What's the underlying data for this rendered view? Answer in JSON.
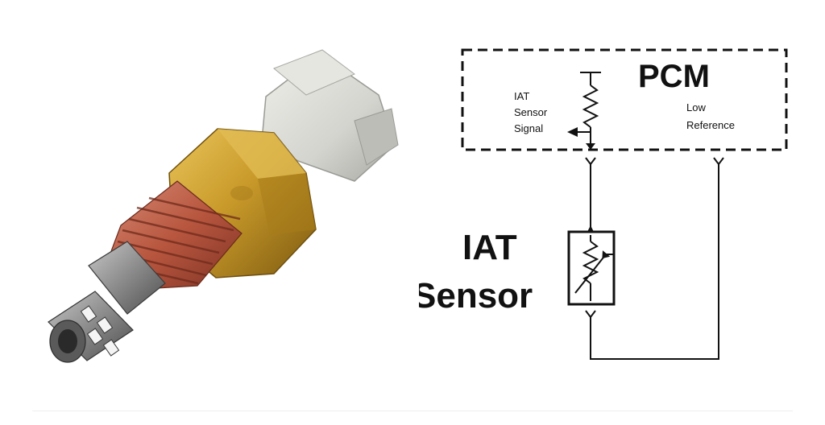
{
  "photo": {
    "subject": "iat-sensor-photo"
  },
  "schematic": {
    "pcm_label": "PCM",
    "iat_signal_lines": [
      "IAT",
      "Sensor",
      "Signal"
    ],
    "low_ref_lines": [
      "Low",
      "Reference"
    ],
    "sensor_label_lines": [
      "IAT",
      "Sensor"
    ]
  },
  "colors": {
    "brass": "#c79a2c",
    "brass_dark": "#8f6a14",
    "thread_red": "#b85a45",
    "connector_gray": "#d9d9d4",
    "steel": "#8a8a8a",
    "line": "#111111"
  }
}
